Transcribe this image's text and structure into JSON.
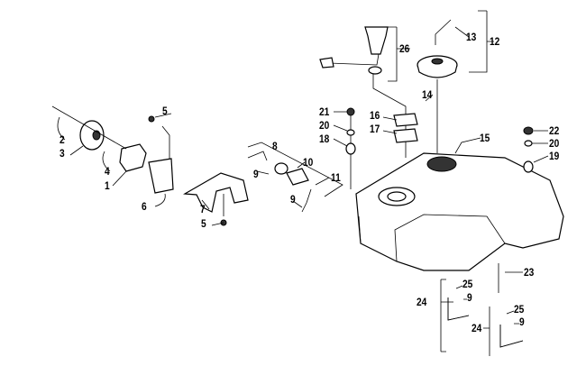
{
  "callouts": [
    "1",
    "2",
    "3",
    "4",
    "5",
    "6",
    "7",
    "5",
    "8",
    "9",
    "10",
    "11",
    "9",
    "12",
    "13",
    "14",
    "15",
    "16",
    "17",
    "18",
    "19",
    "20",
    "20",
    "21",
    "22",
    "23",
    "24",
    "25",
    "9",
    "24",
    "25",
    "9",
    "26"
  ]
}
